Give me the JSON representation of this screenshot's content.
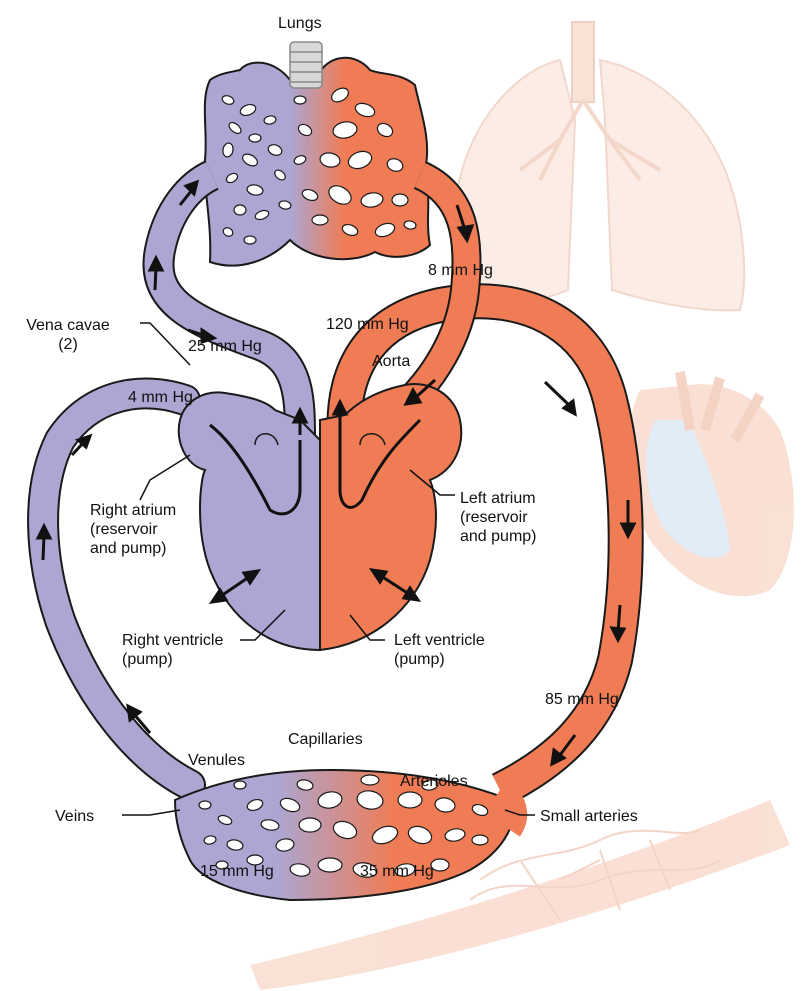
{
  "colors": {
    "venous": "#aca6d2",
    "arterial": "#ef7c55",
    "background_tissue": "#f7cdb9",
    "outline": "#1a1a1a",
    "trachea": "#d8d8d8"
  },
  "labels": {
    "lungs": "Lungs",
    "vena_cavae": "Vena cavae\n(2)",
    "p_4": "4 mm Hg",
    "p_25": "25 mm Hg",
    "p_8": "8 mm Hg",
    "p_120": "120 mm Hg",
    "aorta": "Aorta",
    "right_atrium": "Right atrium\n(reservoir\nand pump)",
    "left_atrium": "Left atrium\n(reservoir\nand pump)",
    "right_ventricle": "Right ventricle\n(pump)",
    "left_ventricle": "Left ventricle\n(pump)",
    "p_85": "85 mm Hg",
    "capillaries": "Capillaries",
    "venules": "Venules",
    "arterioles": "Arterioles",
    "veins": "Veins",
    "small_arteries": "Small arteries",
    "p_15": "15 mm Hg",
    "p_35": "35 mm Hg"
  }
}
